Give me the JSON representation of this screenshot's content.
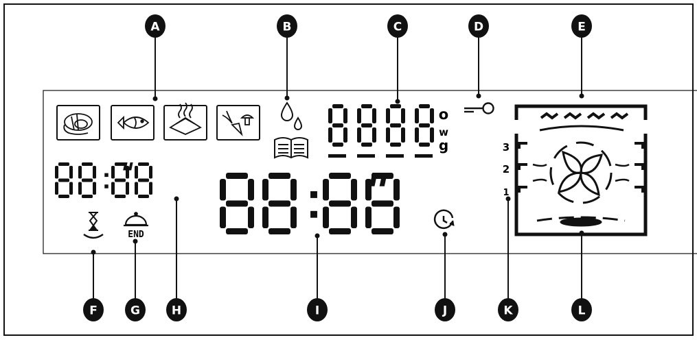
{
  "callouts": [
    "A",
    "B",
    "C",
    "D",
    "E",
    "F",
    "G",
    "H",
    "I",
    "J",
    "K",
    "L"
  ],
  "display": {
    "small_timer": "88:88\"",
    "main_timer": "88:88\"",
    "weight_digits": "8888",
    "units": [
      "o",
      "w",
      "g"
    ],
    "end_label": "END",
    "levels": [
      "3",
      "2",
      "1"
    ]
  },
  "icons": {
    "program_buttons": [
      "meat-icon",
      "fish-icon",
      "baking-icon",
      "vegetable-icon"
    ],
    "recipe": "recipe-book-water-drops-icon",
    "lock": "key-lock-icon",
    "oven": "oven-cavity-fan-icon",
    "timer": "hourglass-icon",
    "end_cooking": "cloche-icon",
    "delayed_start": "clock-icon"
  }
}
